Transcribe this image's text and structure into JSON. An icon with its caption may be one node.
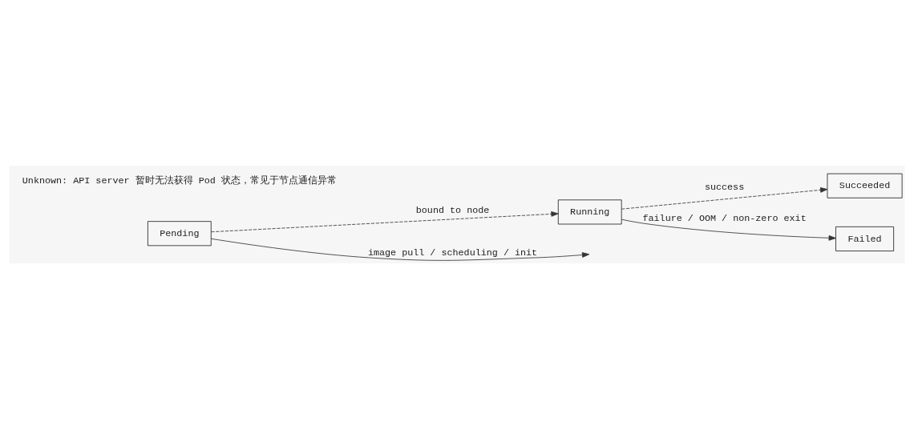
{
  "diagram": {
    "nodes": [
      {
        "text": [
          "Pending"
        ]
      },
      {
        "text": [
          "Running"
        ]
      },
      {
        "text": [
          "Succeeded"
        ]
      },
      {
        "text": [
          "Failed"
        ]
      }
    ],
    "edges": [
      {
        "from": 0,
        "to": null,
        "arrow": "to",
        "label": "image pull / scheduling / init"
      },
      {
        "from": 0,
        "to": 1,
        "arrow": "to",
        "label": "bound to node",
        "style": "dashed"
      },
      {
        "from": 1,
        "to": 2,
        "arrow": "to",
        "label": "success",
        "style": "dashed"
      },
      {
        "from": 1,
        "to": 3,
        "arrow": "to",
        "label": "failure / OOM / non-zero exit"
      }
    ],
    "labels": [
      "Unknown: API server 暂时无法获得 Pod 状态，常见于节点通信异常"
    ]
  }
}
